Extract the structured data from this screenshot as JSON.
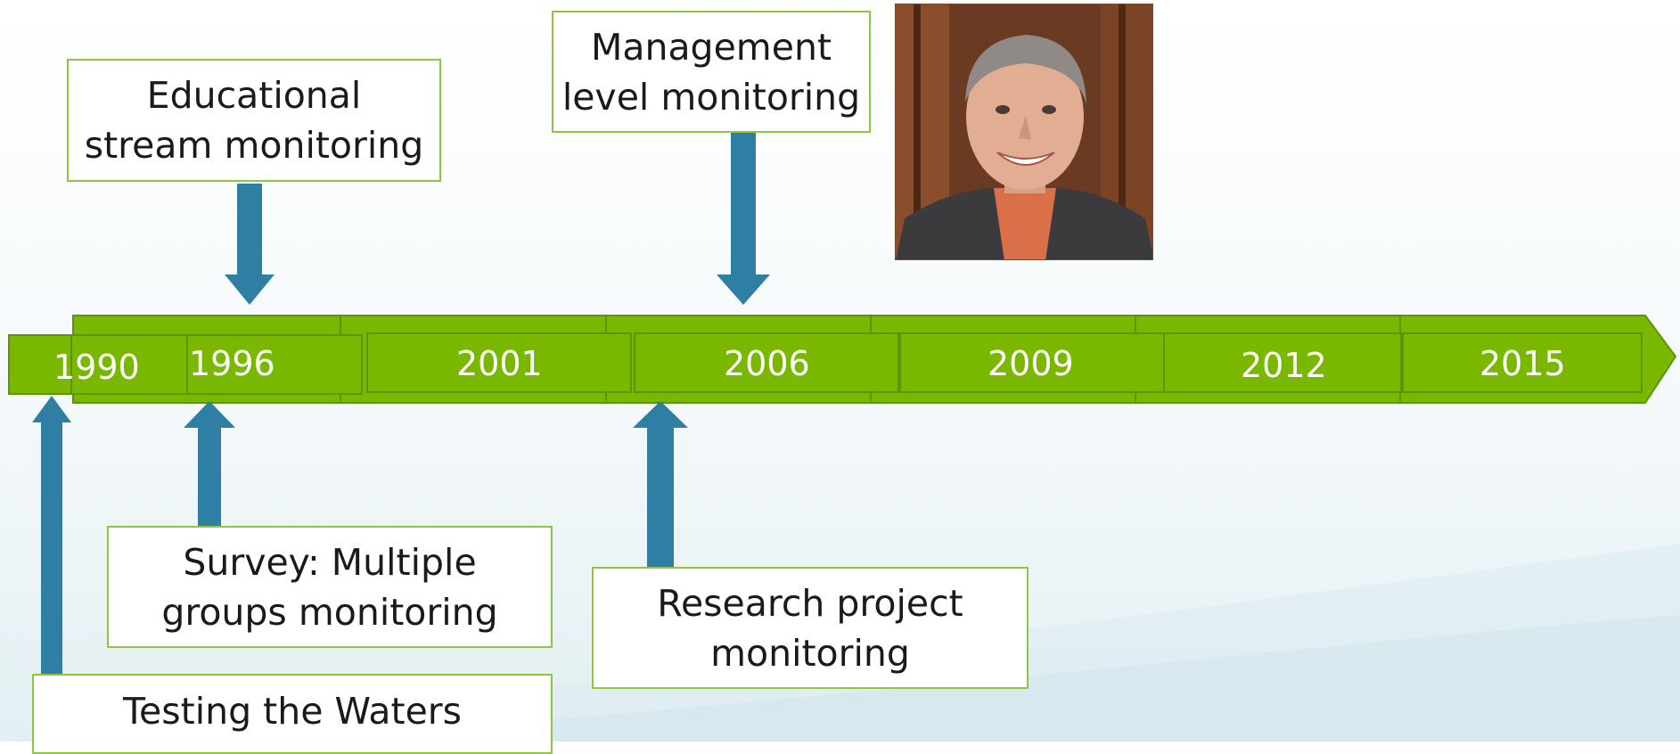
{
  "timeline": {
    "years": [
      "1990",
      "1996",
      "2001",
      "2006",
      "2009",
      "2012",
      "2015"
    ]
  },
  "callouts": {
    "educational": {
      "line1": "Educational",
      "line2": "stream monitoring"
    },
    "management": {
      "line1": "Management",
      "line2": "level monitoring"
    },
    "survey": {
      "line1": "Survey: Multiple",
      "line2": "groups monitoring"
    },
    "research": {
      "line1": "Research project",
      "line2": "monitoring"
    },
    "testing": {
      "line1": "Testing the Waters"
    }
  },
  "colors": {
    "band_fill": "#7ab800",
    "band_border": "#5e9400",
    "arrow": "#2e7fa3",
    "callout_border": "#8dc63f"
  },
  "photo": {
    "icon": "portrait-photo"
  }
}
